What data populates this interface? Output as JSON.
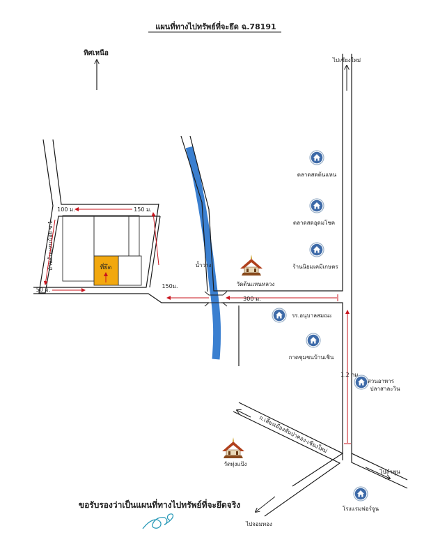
{
  "title": "แผนที่ทางไปทรัพย์ที่จะยึด ฉ.78191",
  "north_label": "ทิศเหนือ",
  "certification": "ขอรับรองว่าเป็นแผนที่ทางไปทรัพย์ที่จะยึดจริง",
  "roads": {
    "to_chiang_mai": "ไปเชียงใหม่",
    "bypass_road": "ถ.เลี่ยงเมืองสันป่าตอง-เชียงใหม่",
    "to_lamphun": "ไปลำพูน",
    "to_chom_thong": "ไปจอมทอง",
    "village_road": "บ้านต้นแหนน้อย ซ.1"
  },
  "target_label": "ที่ยึด",
  "river_label": "น้ำวาง",
  "distances": {
    "d_100": "100 ม.",
    "d_150_top": "150 ม.",
    "d_50": "50 ม.",
    "d_150_mid": "150ม.",
    "d_300": "300 ม.",
    "d_1_2km": "1.2 กม."
  },
  "landmarks": [
    {
      "label": "ตลาดสดต้นแหน",
      "icon": "house-icon"
    },
    {
      "label": "ตลาดสดอุดมโชค",
      "icon": "house-icon"
    },
    {
      "label": "ร้านนิยมเคมีเกษตร",
      "icon": "house-icon"
    },
    {
      "label": "รร.อนุบาลสมณะ",
      "icon": "house-icon"
    },
    {
      "label": "กาดชุมชนบ้านเชิน",
      "icon": "house-icon"
    },
    {
      "label": "สวนอาหาร",
      "icon": "house-icon"
    },
    {
      "label": "ปลาสาละวิน",
      "icon": "none"
    },
    {
      "label": "โรงแรมฟอร์จูน",
      "icon": "house-icon"
    }
  ],
  "temples": [
    {
      "label": "วัดต้นแหนหลวง",
      "icon": "temple-icon"
    },
    {
      "label": "วัดทุ่งแป้ง",
      "icon": "temple-icon"
    }
  ],
  "colors": {
    "river": "#3a7fd0",
    "target_plot": "#f2a80f",
    "distance_arrow": "#c8141e",
    "icon_fill": "#3d6aa8",
    "signature": "#2a9ab8"
  }
}
